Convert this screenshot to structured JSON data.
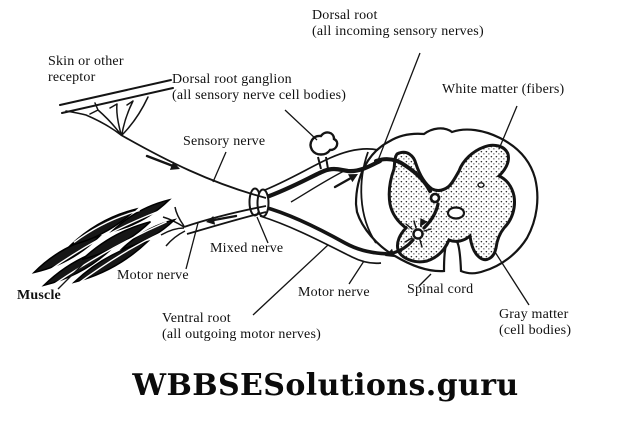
{
  "figure": {
    "watermark": "WBBSESolutions.guru",
    "labels": {
      "skin_receptor": "Skin or other\nreceptor",
      "dorsal_root": "Dorsal root\n(all incoming sensory nerves)",
      "dorsal_root_ganglion": "Dorsal root ganglion\n(all sensory nerve cell bodies)",
      "white_matter": "White matter (fibers)",
      "sensory_nerve": "Sensory nerve",
      "mixed_nerve": "Mixed nerve",
      "motor_nerve_left": "Motor nerve",
      "muscle": "Muscle",
      "ventral_root": "Ventral root\n(all outgoing motor nerves)",
      "motor_nerve_right": "Motor nerve",
      "spinal_cord": "Spinal cord",
      "gray_matter": "Gray matter\n(cell bodies)"
    },
    "colors": {
      "ink": "#141414",
      "paper": "#ffffff"
    }
  }
}
